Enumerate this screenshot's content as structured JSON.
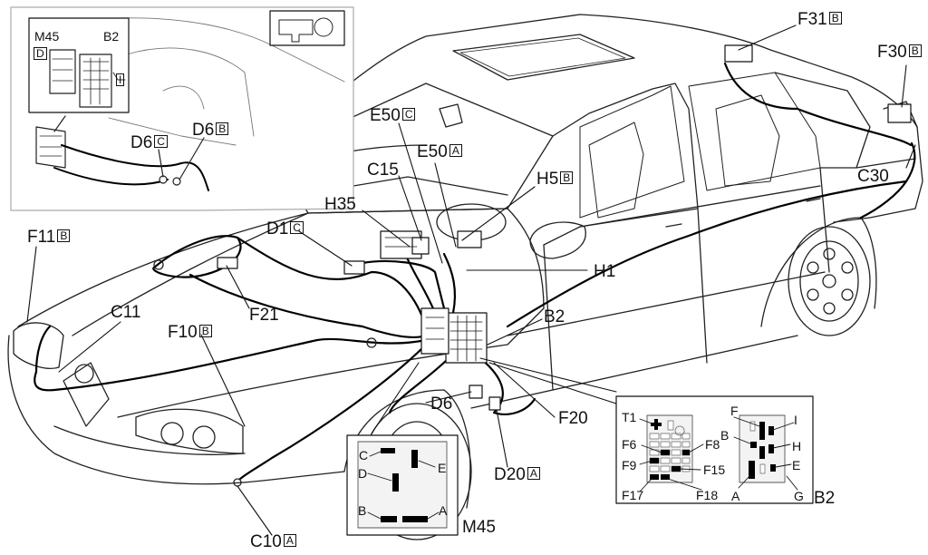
{
  "labels": {
    "f31": {
      "code": "F31",
      "suffix": "B"
    },
    "f30": {
      "code": "F30",
      "suffix": "B"
    },
    "e50c": {
      "code": "E50",
      "suffix": "C"
    },
    "e50a": {
      "code": "E50",
      "suffix": "A"
    },
    "c15": {
      "code": "C15",
      "suffix": ""
    },
    "h35": {
      "code": "H35",
      "suffix": ""
    },
    "h5": {
      "code": "H5",
      "suffix": "B"
    },
    "c30": {
      "code": "C30",
      "suffix": ""
    },
    "d1": {
      "code": "D1",
      "suffix": "C"
    },
    "h1": {
      "code": "H1",
      "suffix": ""
    },
    "f11": {
      "code": "F11",
      "suffix": "B"
    },
    "c11": {
      "code": "C11",
      "suffix": ""
    },
    "f21": {
      "code": "F21",
      "suffix": ""
    },
    "f10": {
      "code": "F10",
      "suffix": "B"
    },
    "b2": {
      "code": "B2",
      "suffix": ""
    },
    "d6": {
      "code": "D6",
      "suffix": ""
    },
    "f20": {
      "code": "F20",
      "suffix": ""
    },
    "d20": {
      "code": "D20",
      "suffix": "A"
    },
    "c10": {
      "code": "C10",
      "suffix": "A"
    }
  },
  "inset": {
    "m45": "M45",
    "b2": "B2",
    "pin_d": "D",
    "pin_i": "I",
    "d6c": {
      "code": "D6",
      "suffix": "C"
    },
    "d6b": {
      "code": "D6",
      "suffix": "B"
    }
  },
  "m45_detail": {
    "title": "M45",
    "pins": {
      "c": "C",
      "d": "D",
      "e": "E",
      "b": "B",
      "a": "A"
    }
  },
  "b2_detail": {
    "title": "B2",
    "fuses": {
      "t1": "T1",
      "f6": "F6",
      "f8": "F8",
      "f9": "F9",
      "f15": "F15",
      "f17": "F17",
      "f18": "F18"
    },
    "pins": {
      "f": "F",
      "i": "I",
      "b": "B",
      "h": "H",
      "e": "E",
      "a": "A",
      "g": "G"
    }
  }
}
